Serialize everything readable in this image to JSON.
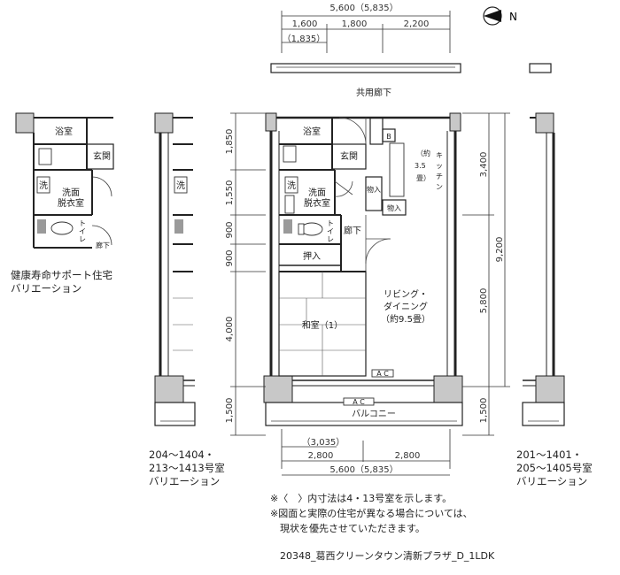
{
  "dimensions": {
    "top_total": "5,600（5,835）",
    "top_parts": [
      "1,600",
      "1,800",
      "2,200"
    ],
    "top_sub": "（1,835）",
    "bottom_sub": "（3,035）",
    "bottom_parts": [
      "2,800",
      "2,800"
    ],
    "bottom_total": "5,600（5,835）",
    "left_segments": [
      "1,850",
      "1,550",
      "900",
      "900",
      "4,000",
      "1,500"
    ],
    "right_segments": [
      "3,400",
      "5,800",
      "1,500"
    ],
    "right_total": "9,200"
  },
  "labels": {
    "corridor": "共用廊下",
    "bath": "浴室",
    "entrance": "玄関",
    "wash_mark": "洗",
    "washroom": [
      "洗面",
      "脱衣室"
    ],
    "toilet": [
      "ト",
      "イ",
      "レ"
    ],
    "hallway": "廊下",
    "closet": "押入",
    "storage": "物入",
    "kitchen": [
      "キ",
      "ッ",
      "チ",
      "ン"
    ],
    "kitchen_size": [
      "（約",
      "3.5",
      "畳）"
    ],
    "living": [
      "リビング・",
      "ダイニング",
      "（約9.5畳）"
    ],
    "japanese_room": "和室（1）",
    "balcony": "バルコニー",
    "ac": "A C",
    "b_mark": "B"
  },
  "side_labels": {
    "health": [
      "健康寿命サポート住宅",
      "バリエーション"
    ],
    "left": [
      "204～1404・",
      "213～1413号室",
      "バリエーション"
    ],
    "right": [
      "201～1401・",
      "205～1405号室",
      "バリエーション"
    ]
  },
  "notes": [
    "※〈　〉内寸法は4・13号室を示します。",
    "※図面と実際の住宅が異なる場合については、",
    "　現状を優先させていただきます。"
  ],
  "footer": "20348_葛西クリーンタウン清新プラザ_D_1LDK",
  "compass": "N"
}
